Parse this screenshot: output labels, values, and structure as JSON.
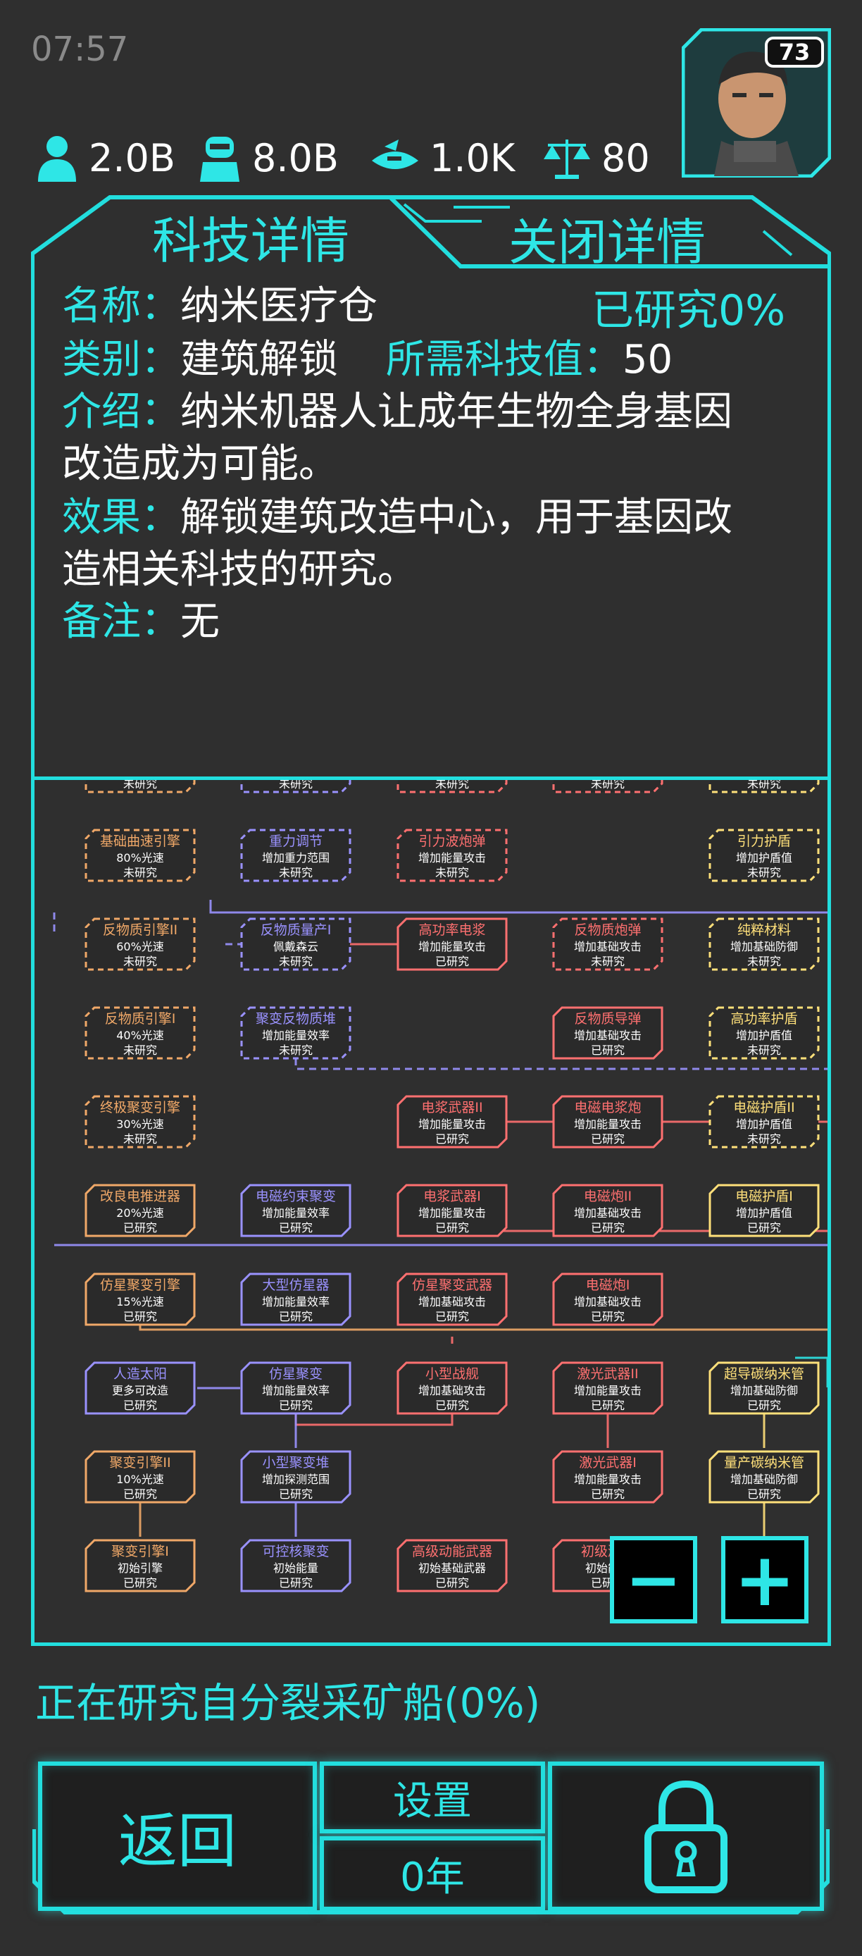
{
  "status_bar": {
    "time": "07:57"
  },
  "resources": [
    {
      "icon": "population-icon",
      "value": "2.0B"
    },
    {
      "icon": "robot-icon",
      "value": "8.0B"
    },
    {
      "icon": "ship-icon",
      "value": "1.0K"
    },
    {
      "icon": "scales-icon",
      "value": "80"
    }
  ],
  "player": {
    "level": "73"
  },
  "tabs": {
    "active": "科技详情",
    "close": "关闭详情"
  },
  "detail": {
    "name_label": "名称：",
    "name": "纳米医疗仓",
    "research_status": "已研究0%",
    "type_label": "类别：",
    "type": "建筑解锁",
    "cost_label": "所需科技值：",
    "cost": "50",
    "intro_label": "介绍：",
    "intro_line1": "纳米机器人让成年生物全身基因",
    "intro_line2": "改造成为可能。",
    "effect_label": "效果：",
    "effect_line1": "解锁建筑改造中心，用于基因改",
    "effect_line2": "造相关科技的研究。",
    "note_label": "备注：",
    "note": "无"
  },
  "tech_tree": {
    "colors": {
      "orange": "#f0a868",
      "purple": "#9a92ff",
      "red": "#ff7070",
      "yellow": "#ffe07a"
    },
    "nodes": [
      {
        "id": "top1",
        "col": 0,
        "row": -1,
        "color": "orange",
        "title": "",
        "desc": "",
        "state": "未研究",
        "locked": true
      },
      {
        "id": "top2",
        "col": 1,
        "row": -1,
        "color": "purple",
        "title": "",
        "desc": "",
        "state": "未研究",
        "locked": true
      },
      {
        "id": "top3",
        "col": 2,
        "row": -1,
        "color": "red",
        "title": "",
        "desc": "",
        "state": "未研究",
        "locked": true
      },
      {
        "id": "top4",
        "col": 3,
        "row": -1,
        "color": "red",
        "title": "",
        "desc": "",
        "state": "未研究",
        "locked": true
      },
      {
        "id": "top5",
        "col": 4,
        "row": -1,
        "color": "yellow",
        "title": "",
        "desc": "",
        "state": "未研究",
        "locked": true
      },
      {
        "id": "n1",
        "col": 0,
        "row": 0,
        "color": "orange",
        "title": "基础曲速引擎",
        "desc": "80%光速",
        "state": "未研究",
        "locked": true
      },
      {
        "id": "n2",
        "col": 1,
        "row": 0,
        "color": "purple",
        "title": "重力调节",
        "desc": "增加重力范围",
        "state": "未研究",
        "locked": true
      },
      {
        "id": "n3",
        "col": 2,
        "row": 0,
        "color": "red",
        "title": "引力波炮弹",
        "desc": "增加能量攻击",
        "state": "未研究",
        "locked": true
      },
      {
        "id": "n4",
        "col": 4,
        "row": 0,
        "color": "yellow",
        "title": "引力护盾",
        "desc": "增加护盾值",
        "state": "未研究",
        "locked": true
      },
      {
        "id": "n5",
        "col": 0,
        "row": 1,
        "color": "orange",
        "title": "反物质引擎II",
        "desc": "60%光速",
        "state": "未研究",
        "locked": true
      },
      {
        "id": "n6",
        "col": 1,
        "row": 1,
        "color": "purple",
        "title": "反物质量产I",
        "desc": "佩戴森云",
        "state": "未研究",
        "locked": true
      },
      {
        "id": "n7",
        "col": 2,
        "row": 1,
        "color": "red",
        "title": "高功率电浆",
        "desc": "增加能量攻击",
        "state": "已研究",
        "locked": false
      },
      {
        "id": "n8",
        "col": 3,
        "row": 1,
        "color": "red",
        "title": "反物质炮弹",
        "desc": "增加基础攻击",
        "state": "未研究",
        "locked": true
      },
      {
        "id": "n9",
        "col": 4,
        "row": 1,
        "color": "yellow",
        "title": "纯粹材料",
        "desc": "增加基础防御",
        "state": "未研究",
        "locked": true
      },
      {
        "id": "n10",
        "col": 0,
        "row": 2,
        "color": "orange",
        "title": "反物质引擎I",
        "desc": "40%光速",
        "state": "未研究",
        "locked": true
      },
      {
        "id": "n11",
        "col": 1,
        "row": 2,
        "color": "purple",
        "title": "聚变反物质堆",
        "desc": "增加能量效率",
        "state": "未研究",
        "locked": true
      },
      {
        "id": "n12",
        "col": 3,
        "row": 2,
        "color": "red",
        "title": "反物质导弹",
        "desc": "增加基础攻击",
        "state": "已研究",
        "locked": false
      },
      {
        "id": "n13",
        "col": 4,
        "row": 2,
        "color": "yellow",
        "title": "高功率护盾",
        "desc": "增加护盾值",
        "state": "未研究",
        "locked": true
      },
      {
        "id": "n14",
        "col": 0,
        "row": 3,
        "color": "orange",
        "title": "终极聚变引擎",
        "desc": "30%光速",
        "state": "未研究",
        "locked": true
      },
      {
        "id": "n15",
        "col": 2,
        "row": 3,
        "color": "red",
        "title": "电浆武器II",
        "desc": "增加能量攻击",
        "state": "已研究",
        "locked": false
      },
      {
        "id": "n16",
        "col": 3,
        "row": 3,
        "color": "red",
        "title": "电磁电浆炮",
        "desc": "增加能量攻击",
        "state": "已研究",
        "locked": false
      },
      {
        "id": "n17",
        "col": 4,
        "row": 3,
        "color": "yellow",
        "title": "电磁护盾II",
        "desc": "增加护盾值",
        "state": "未研究",
        "locked": true
      },
      {
        "id": "n18",
        "col": 0,
        "row": 4,
        "color": "orange",
        "title": "改良电推进器",
        "desc": "20%光速",
        "state": "已研究",
        "locked": false
      },
      {
        "id": "n19",
        "col": 1,
        "row": 4,
        "color": "purple",
        "title": "电磁约束聚变",
        "desc": "增加能量效率",
        "state": "已研究",
        "locked": false
      },
      {
        "id": "n20",
        "col": 2,
        "row": 4,
        "color": "red",
        "title": "电浆武器I",
        "desc": "增加能量攻击",
        "state": "已研究",
        "locked": false
      },
      {
        "id": "n21",
        "col": 3,
        "row": 4,
        "color": "red",
        "title": "电磁炮II",
        "desc": "增加基础攻击",
        "state": "已研究",
        "locked": false
      },
      {
        "id": "n22",
        "col": 4,
        "row": 4,
        "color": "yellow",
        "title": "电磁护盾I",
        "desc": "增加护盾值",
        "state": "已研究",
        "locked": false
      },
      {
        "id": "n23",
        "col": 0,
        "row": 5,
        "color": "orange",
        "title": "仿星聚变引擎",
        "desc": "15%光速",
        "state": "已研究",
        "locked": false
      },
      {
        "id": "n24",
        "col": 1,
        "row": 5,
        "color": "purple",
        "title": "大型仿星器",
        "desc": "增加能量效率",
        "state": "已研究",
        "locked": false
      },
      {
        "id": "n25",
        "col": 2,
        "row": 5,
        "color": "red",
        "title": "仿星聚变武器",
        "desc": "增加基础攻击",
        "state": "已研究",
        "locked": false
      },
      {
        "id": "n26",
        "col": 3,
        "row": 5,
        "color": "red",
        "title": "电磁炮I",
        "desc": "增加基础攻击",
        "state": "已研究",
        "locked": false
      },
      {
        "id": "n27",
        "col": 0,
        "row": 6,
        "color": "purple",
        "title": "人造太阳",
        "desc": "更多可改造",
        "state": "已研究",
        "locked": false
      },
      {
        "id": "n28",
        "col": 1,
        "row": 6,
        "color": "purple",
        "title": "仿星聚变",
        "desc": "增加能量效率",
        "state": "已研究",
        "locked": false
      },
      {
        "id": "n29",
        "col": 2,
        "row": 6,
        "color": "red",
        "title": "小型战舰",
        "desc": "增加基础攻击",
        "state": "已研究",
        "locked": false
      },
      {
        "id": "n30",
        "col": 3,
        "row": 6,
        "color": "red",
        "title": "激光武器II",
        "desc": "增加能量攻击",
        "state": "已研究",
        "locked": false
      },
      {
        "id": "n31",
        "col": 4,
        "row": 6,
        "color": "yellow",
        "title": "超导碳纳米管",
        "desc": "增加基础防御",
        "state": "已研究",
        "locked": false
      },
      {
        "id": "n32",
        "col": 0,
        "row": 7,
        "color": "orange",
        "title": "聚变引擎II",
        "desc": "10%光速",
        "state": "已研究",
        "locked": false
      },
      {
        "id": "n33",
        "col": 1,
        "row": 7,
        "color": "purple",
        "title": "小型聚变堆",
        "desc": "增加探测范围",
        "state": "已研究",
        "locked": false
      },
      {
        "id": "n34",
        "col": 3,
        "row": 7,
        "color": "red",
        "title": "激光武器I",
        "desc": "增加能量攻击",
        "state": "已研究",
        "locked": false
      },
      {
        "id": "n35",
        "col": 4,
        "row": 7,
        "color": "yellow",
        "title": "量产碳纳米管",
        "desc": "增加基础防御",
        "state": "已研究",
        "locked": false
      },
      {
        "id": "n36",
        "col": 0,
        "row": 8,
        "color": "orange",
        "title": "聚变引擎I",
        "desc": "初始引擎",
        "state": "已研究",
        "locked": false
      },
      {
        "id": "n37",
        "col": 1,
        "row": 8,
        "color": "purple",
        "title": "可控核聚变",
        "desc": "初始能量",
        "state": "已研究",
        "locked": false
      },
      {
        "id": "n38",
        "col": 2,
        "row": 8,
        "color": "red",
        "title": "高级动能武器",
        "desc": "初始基础武器",
        "state": "已研究",
        "locked": false
      },
      {
        "id": "n39",
        "col": 3,
        "row": 8,
        "color": "red",
        "title": "初级激光",
        "desc": "初始能量",
        "state": "已研究",
        "locked": false
      }
    ]
  },
  "zoom": {
    "minus": "−",
    "plus": "+"
  },
  "research_status": "正在研究自分裂采矿船(0%)",
  "bottom": {
    "back": "返回",
    "settings": "设置",
    "year": "0年",
    "lock_icon": "lock-icon"
  }
}
